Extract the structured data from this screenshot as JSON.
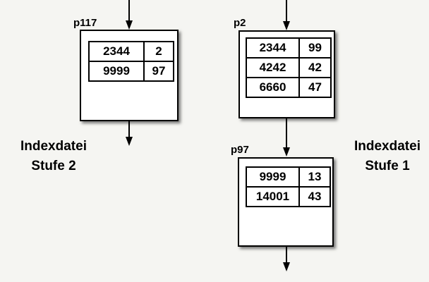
{
  "colors": {
    "background": "#f5f5f2",
    "box_fill": "#ffffff",
    "line": "#000000"
  },
  "nodes": {
    "p117": {
      "label": "p117",
      "rows": [
        [
          "2344",
          "2"
        ],
        [
          "9999",
          "97"
        ]
      ]
    },
    "p2": {
      "label": "p2",
      "rows": [
        [
          "2344",
          "99"
        ],
        [
          "4242",
          "42"
        ],
        [
          "6660",
          "47"
        ]
      ]
    },
    "p97": {
      "label": "p97",
      "rows": [
        [
          "9999",
          "13"
        ],
        [
          "14001",
          "43"
        ]
      ]
    }
  },
  "captions": {
    "left": {
      "line1": "Indexdatei",
      "line2": "Stufe 2"
    },
    "right": {
      "line1": "Indexdatei",
      "line2": "Stufe 1"
    }
  }
}
